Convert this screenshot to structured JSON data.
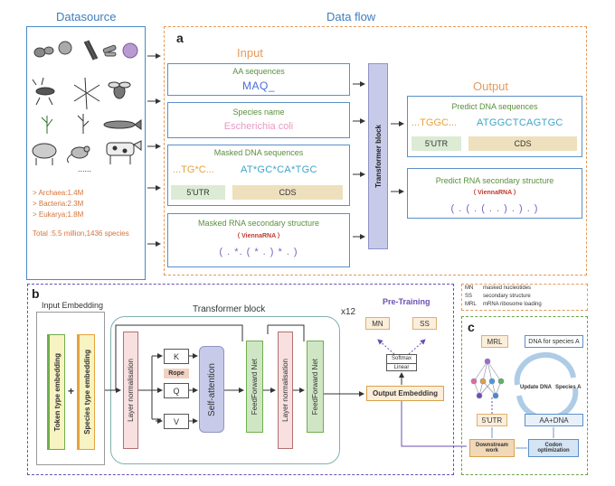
{
  "top": {
    "datasource_title": "Datasource",
    "dataflow_title": "Data flow",
    "panel_a_label": "a",
    "input_title": "Input",
    "output_title": "Output",
    "dots": "......",
    "stats": [
      "> Archaea:1.4M",
      "> Bacteria:2.3M",
      "> Eukarya:1.8M"
    ],
    "total": "Total :5.5 million,1436 species",
    "inputs": {
      "aa_title": "AA sequences",
      "aa_value": "MAQ_",
      "species_title": "Species name",
      "species_value": "Escherichia coli",
      "masked_dna_title": "Masked DNA sequences",
      "masked_dna_left": "...TG*C...",
      "masked_dna_right": "AT*GC*CA*TGC",
      "utr_label": "5'UTR",
      "cds_label": "CDS",
      "masked_rna_title": "Masked RNA secondary structure",
      "vienna_label": "（ ViennaRNA ）",
      "masked_rna_value": "( . *. ( * . ) * . )"
    },
    "transformer_block_label": "Transformer block",
    "outputs": {
      "dna_title": "Predict DNA sequences",
      "dna_left": "...TGGC...",
      "dna_right": "ATGGCTCAGTGC",
      "utr_label": "5'UTR",
      "cds_label": "CDS",
      "rna_title": "Predict RNA secondary structure",
      "vienna_label": "（ ViennaRNA ）",
      "rna_value": "( . ( . ( . . ) . ) . )"
    }
  },
  "panel_b": {
    "label": "b",
    "input_embedding_title": "Input Embedding",
    "token_emb": "Token type embedding",
    "plus": "+",
    "species_emb": "Species type embedding",
    "transformer_title": "Transformer block",
    "repeat": "x12",
    "layer_norm": "Layer normalisation",
    "k": "K",
    "rope": "Rope",
    "q": "Q",
    "v": "V",
    "self_attention": "Self-attention",
    "ffn": "FeedForward Net",
    "pretraining": "Pre-Training",
    "mn": "MN",
    "ss": "SS",
    "softmax": "Softmax",
    "linear": "Linear",
    "output_embedding": "Output Embedding"
  },
  "legend": [
    {
      "abbr": "MN",
      "desc": "masked nucleotides"
    },
    {
      "abbr": "SS",
      "desc": "secondary structure"
    },
    {
      "abbr": "MRL",
      "desc": "mRNA ribosome loading"
    }
  ],
  "panel_c": {
    "label": "c",
    "mrl": "MRL",
    "dna_species": "DNA for species A",
    "update_dna": "Update DNA",
    "species_a": "Species A",
    "utr": "5'UTR",
    "aa_dna": "AA+DNA",
    "downstream": "Downstream work",
    "codon": "Codon optimization"
  },
  "colors": {
    "input_orange": "#e59a5b",
    "title_blue": "#3d7dbd",
    "transformer_fill": "#c7cbe9",
    "utr_green": "#dcebd4",
    "cds_tan": "#eee0bd",
    "species_pink": "#e79ac1",
    "vienna_red": "#c0392b"
  }
}
